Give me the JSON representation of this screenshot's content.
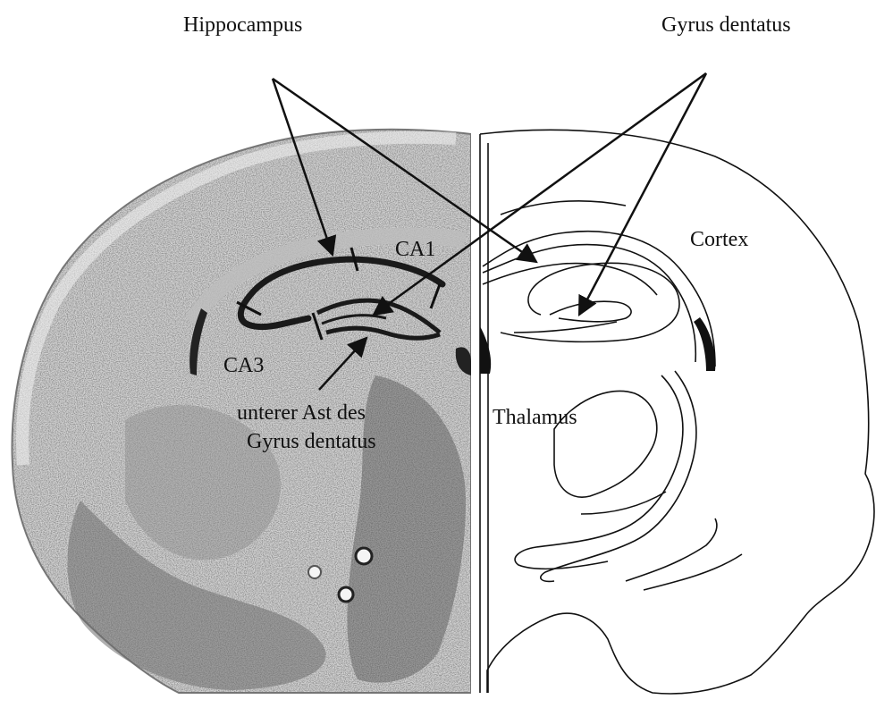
{
  "labels": {
    "hippocampus": "Hippocampus",
    "gyrus_dentatus": "Gyrus dentatus",
    "ca1": "CA1",
    "ca3": "CA3",
    "cortex": "Cortex",
    "thalamus": "Thalamus",
    "lower_branch_line1": "unterer Ast des",
    "lower_branch_line2": "Gyrus dentatus"
  },
  "colors": {
    "background": "#ffffff",
    "stain_light": "#d9d9d9",
    "stain_mid": "#a8a8a8",
    "stain_dark": "#4a4a4a",
    "ink": "#111111"
  }
}
